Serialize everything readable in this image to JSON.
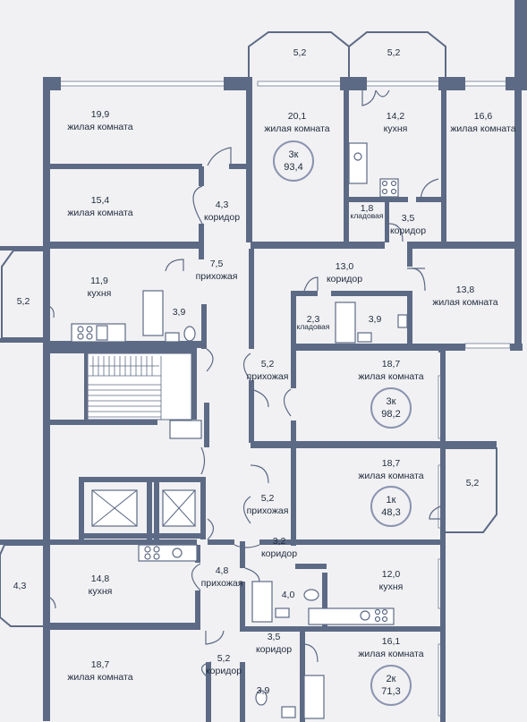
{
  "rooms": [
    {
      "id": "balcony-top-left",
      "area": "5,2",
      "name": ""
    },
    {
      "id": "balcony-top-right",
      "area": "5,2",
      "name": ""
    },
    {
      "id": "living-room-19-9",
      "area": "19,9",
      "name": "жилая комната"
    },
    {
      "id": "living-room-20-1",
      "area": "20,1",
      "name": "жилая комната"
    },
    {
      "id": "kitchen-14-2",
      "area": "14,2",
      "name": "кухня"
    },
    {
      "id": "living-room-16-6",
      "area": "16,6",
      "name": "жилая комната"
    },
    {
      "id": "living-room-15-4",
      "area": "15,4",
      "name": "жилая комната"
    },
    {
      "id": "corridor-4-3",
      "area": "4,3",
      "name": "коридор"
    },
    {
      "id": "storage-1-8",
      "area": "1,8",
      "name": "кладовая"
    },
    {
      "id": "corridor-3-5-top",
      "area": "3,5",
      "name": "коридор"
    },
    {
      "id": "balcony-left-5-2",
      "area": "5,2",
      "name": ""
    },
    {
      "id": "kitchen-11-9",
      "area": "11,9",
      "name": "кухня"
    },
    {
      "id": "bath-3-9-left",
      "area": "3,9",
      "name": ""
    },
    {
      "id": "hall-7-5",
      "area": "7,5",
      "name": "прихожая"
    },
    {
      "id": "corridor-13-0",
      "area": "13,0",
      "name": "коридор"
    },
    {
      "id": "living-room-13-8",
      "area": "13,8",
      "name": "жилая комната"
    },
    {
      "id": "storage-2-3",
      "area": "2,3",
      "name": "кладовая"
    },
    {
      "id": "bath-3-9-mid",
      "area": "3,9",
      "name": ""
    },
    {
      "id": "hall-5-2-upper",
      "area": "5,2",
      "name": "прихожая"
    },
    {
      "id": "living-room-18-7-upper",
      "area": "18,7",
      "name": "жилая комната"
    },
    {
      "id": "living-room-18-7-mid",
      "area": "18,7",
      "name": "жилая комната"
    },
    {
      "id": "balcony-right-5-2",
      "area": "5,2",
      "name": ""
    },
    {
      "id": "hall-5-2-lower",
      "area": "5,2",
      "name": "прихожая"
    },
    {
      "id": "corridor-3-2",
      "area": "3,2",
      "name": "коридор"
    },
    {
      "id": "balcony-left-4-3",
      "area": "4,3",
      "name": ""
    },
    {
      "id": "kitchen-14-8",
      "area": "14,8",
      "name": "кухня"
    },
    {
      "id": "hall-4-8",
      "area": "4,8",
      "name": "прихожая"
    },
    {
      "id": "bath-4-0",
      "area": "4,0",
      "name": ""
    },
    {
      "id": "kitchen-12-0",
      "area": "12,0",
      "name": "кухня"
    },
    {
      "id": "corridor-3-5-bottom",
      "area": "3,5",
      "name": "коридор"
    },
    {
      "id": "corridor-5-2-bottom",
      "area": "5,2",
      "name": "коридор"
    },
    {
      "id": "living-room-18-7-bottom",
      "area": "18,7",
      "name": "жилая комната"
    },
    {
      "id": "living-room-16-1",
      "area": "16,1",
      "name": "жилая комната"
    },
    {
      "id": "bath-3-9-bottom",
      "area": "3,9",
      "name": ""
    }
  ],
  "apartments": [
    {
      "id": "apt-3k-93",
      "type": "3к",
      "area": "93,4"
    },
    {
      "id": "apt-3k-98",
      "type": "3к",
      "area": "98,2"
    },
    {
      "id": "apt-1k-48",
      "type": "1к",
      "area": "48,3"
    },
    {
      "id": "apt-2k-71",
      "type": "2к",
      "area": "71,3"
    }
  ],
  "colors": {
    "wall": "#5d6a85",
    "floor": "#f1f1f3",
    "text": "#1e2a3c",
    "window": "#ffffff"
  }
}
